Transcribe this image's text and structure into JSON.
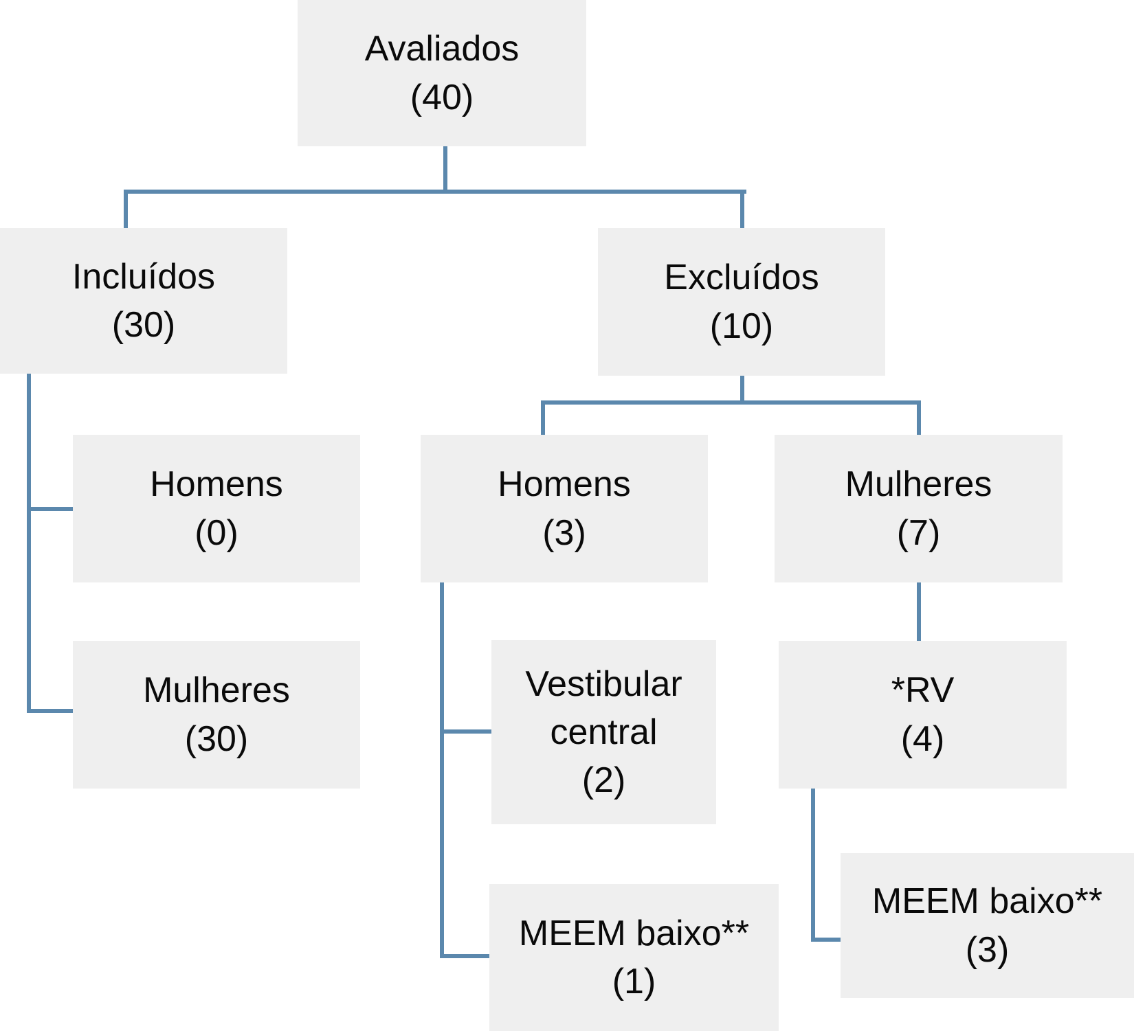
{
  "palette": {
    "background": "#ffffff",
    "box_fill": "#efefef",
    "connector": "#5b88ad",
    "text": "#0a0a0a"
  },
  "flowchart": {
    "root": {
      "label": "Avaliados",
      "count": "(40)"
    },
    "included": {
      "label": "Incluídos",
      "count": "(30)"
    },
    "excluded": {
      "label": "Excluídos",
      "count": "(10)"
    },
    "included_men": {
      "label": "Homens",
      "count": "(0)"
    },
    "included_women": {
      "label": "Mulheres",
      "count": "(30)"
    },
    "excluded_men": {
      "label": "Homens",
      "count": "(3)"
    },
    "excluded_women": {
      "label": "Mulheres",
      "count": "(7)"
    },
    "excluded_vestibular": {
      "label": "Vestibular central",
      "count": "(2)"
    },
    "excluded_rv": {
      "label": "*RV",
      "count": "(4)"
    },
    "excluded_men_meem": {
      "label": "MEEM baixo**",
      "count": "(1)"
    },
    "excluded_women_meem": {
      "label": "MEEM baixo**",
      "count": "(3)"
    }
  }
}
